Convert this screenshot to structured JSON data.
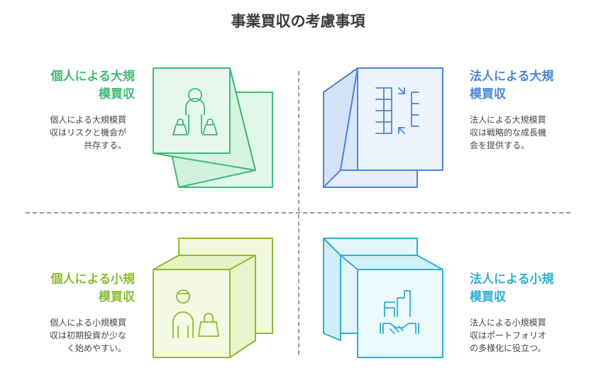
{
  "title": "事業買収の考慮事項",
  "quadrants": [
    {
      "heading_lines": [
        "個人による大規",
        "模買収"
      ],
      "desc_lines": [
        "個人による大規模買",
        "収はリスクと機会が",
        "共存する。"
      ],
      "color": "#3dbb74",
      "icon": "shopper-with-bags-icon"
    },
    {
      "heading_lines": [
        "法人による大規",
        "模買収"
      ],
      "desc_lines": [
        "法人による大規模買",
        "収は戦略的な成長機",
        "会を提供する。"
      ],
      "color": "#4a86d8",
      "icon": "merge-buildings-icon"
    },
    {
      "heading_lines": [
        "個人による小規",
        "模買収"
      ],
      "desc_lines": [
        "個人による小規模買",
        "収は初期投資が少な",
        "く始めやすい。"
      ],
      "color": "#8cbc2c",
      "icon": "person-with-bag-icon"
    },
    {
      "heading_lines": [
        "法人による小規",
        "模買収"
      ],
      "desc_lines": [
        "法人による小規模買",
        "収はポートフォリオ",
        "の多様化に役立つ。"
      ],
      "color": "#2aaed3",
      "icon": "handshake-building-icon"
    }
  ]
}
